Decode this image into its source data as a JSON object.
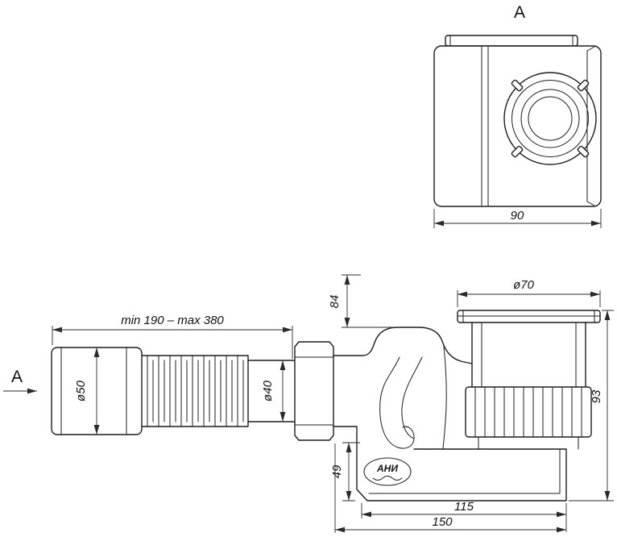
{
  "drawing": {
    "colors": {
      "line": "#1c1c1c",
      "background": "#ffffff"
    },
    "view_a": {
      "label": "A",
      "dim_90": "90"
    },
    "main": {
      "section_label": "A",
      "dim_flex": "min 190 – max 380",
      "dim_d50": "ø50",
      "dim_d40": "ø40",
      "dim_84": "84",
      "dim_49": "49",
      "dim_d70": "ø70",
      "dim_93": "93",
      "dim_115": "115",
      "dim_150": "150",
      "logo": "АНИ"
    }
  }
}
